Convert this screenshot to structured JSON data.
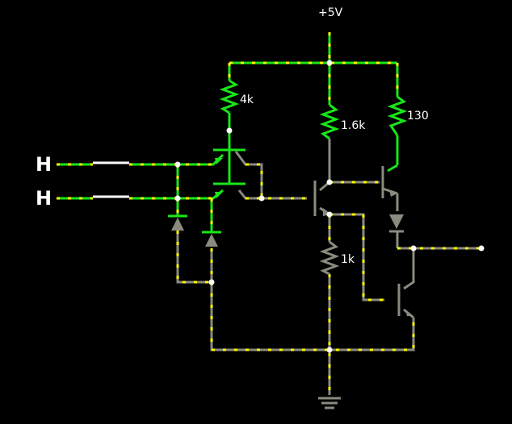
{
  "supply_label": "+5V",
  "inputs": [
    {
      "label": "H"
    },
    {
      "label": "H"
    }
  ],
  "resistors": [
    {
      "label": "4k"
    },
    {
      "label": "1.6k"
    },
    {
      "label": "130"
    },
    {
      "label": "1k"
    }
  ],
  "colors": {
    "background": "#000000",
    "active_wire": "#19e619",
    "inactive_wire": "#8a8a7e",
    "current_dots": "#ffff00",
    "node": "#ffffff"
  }
}
